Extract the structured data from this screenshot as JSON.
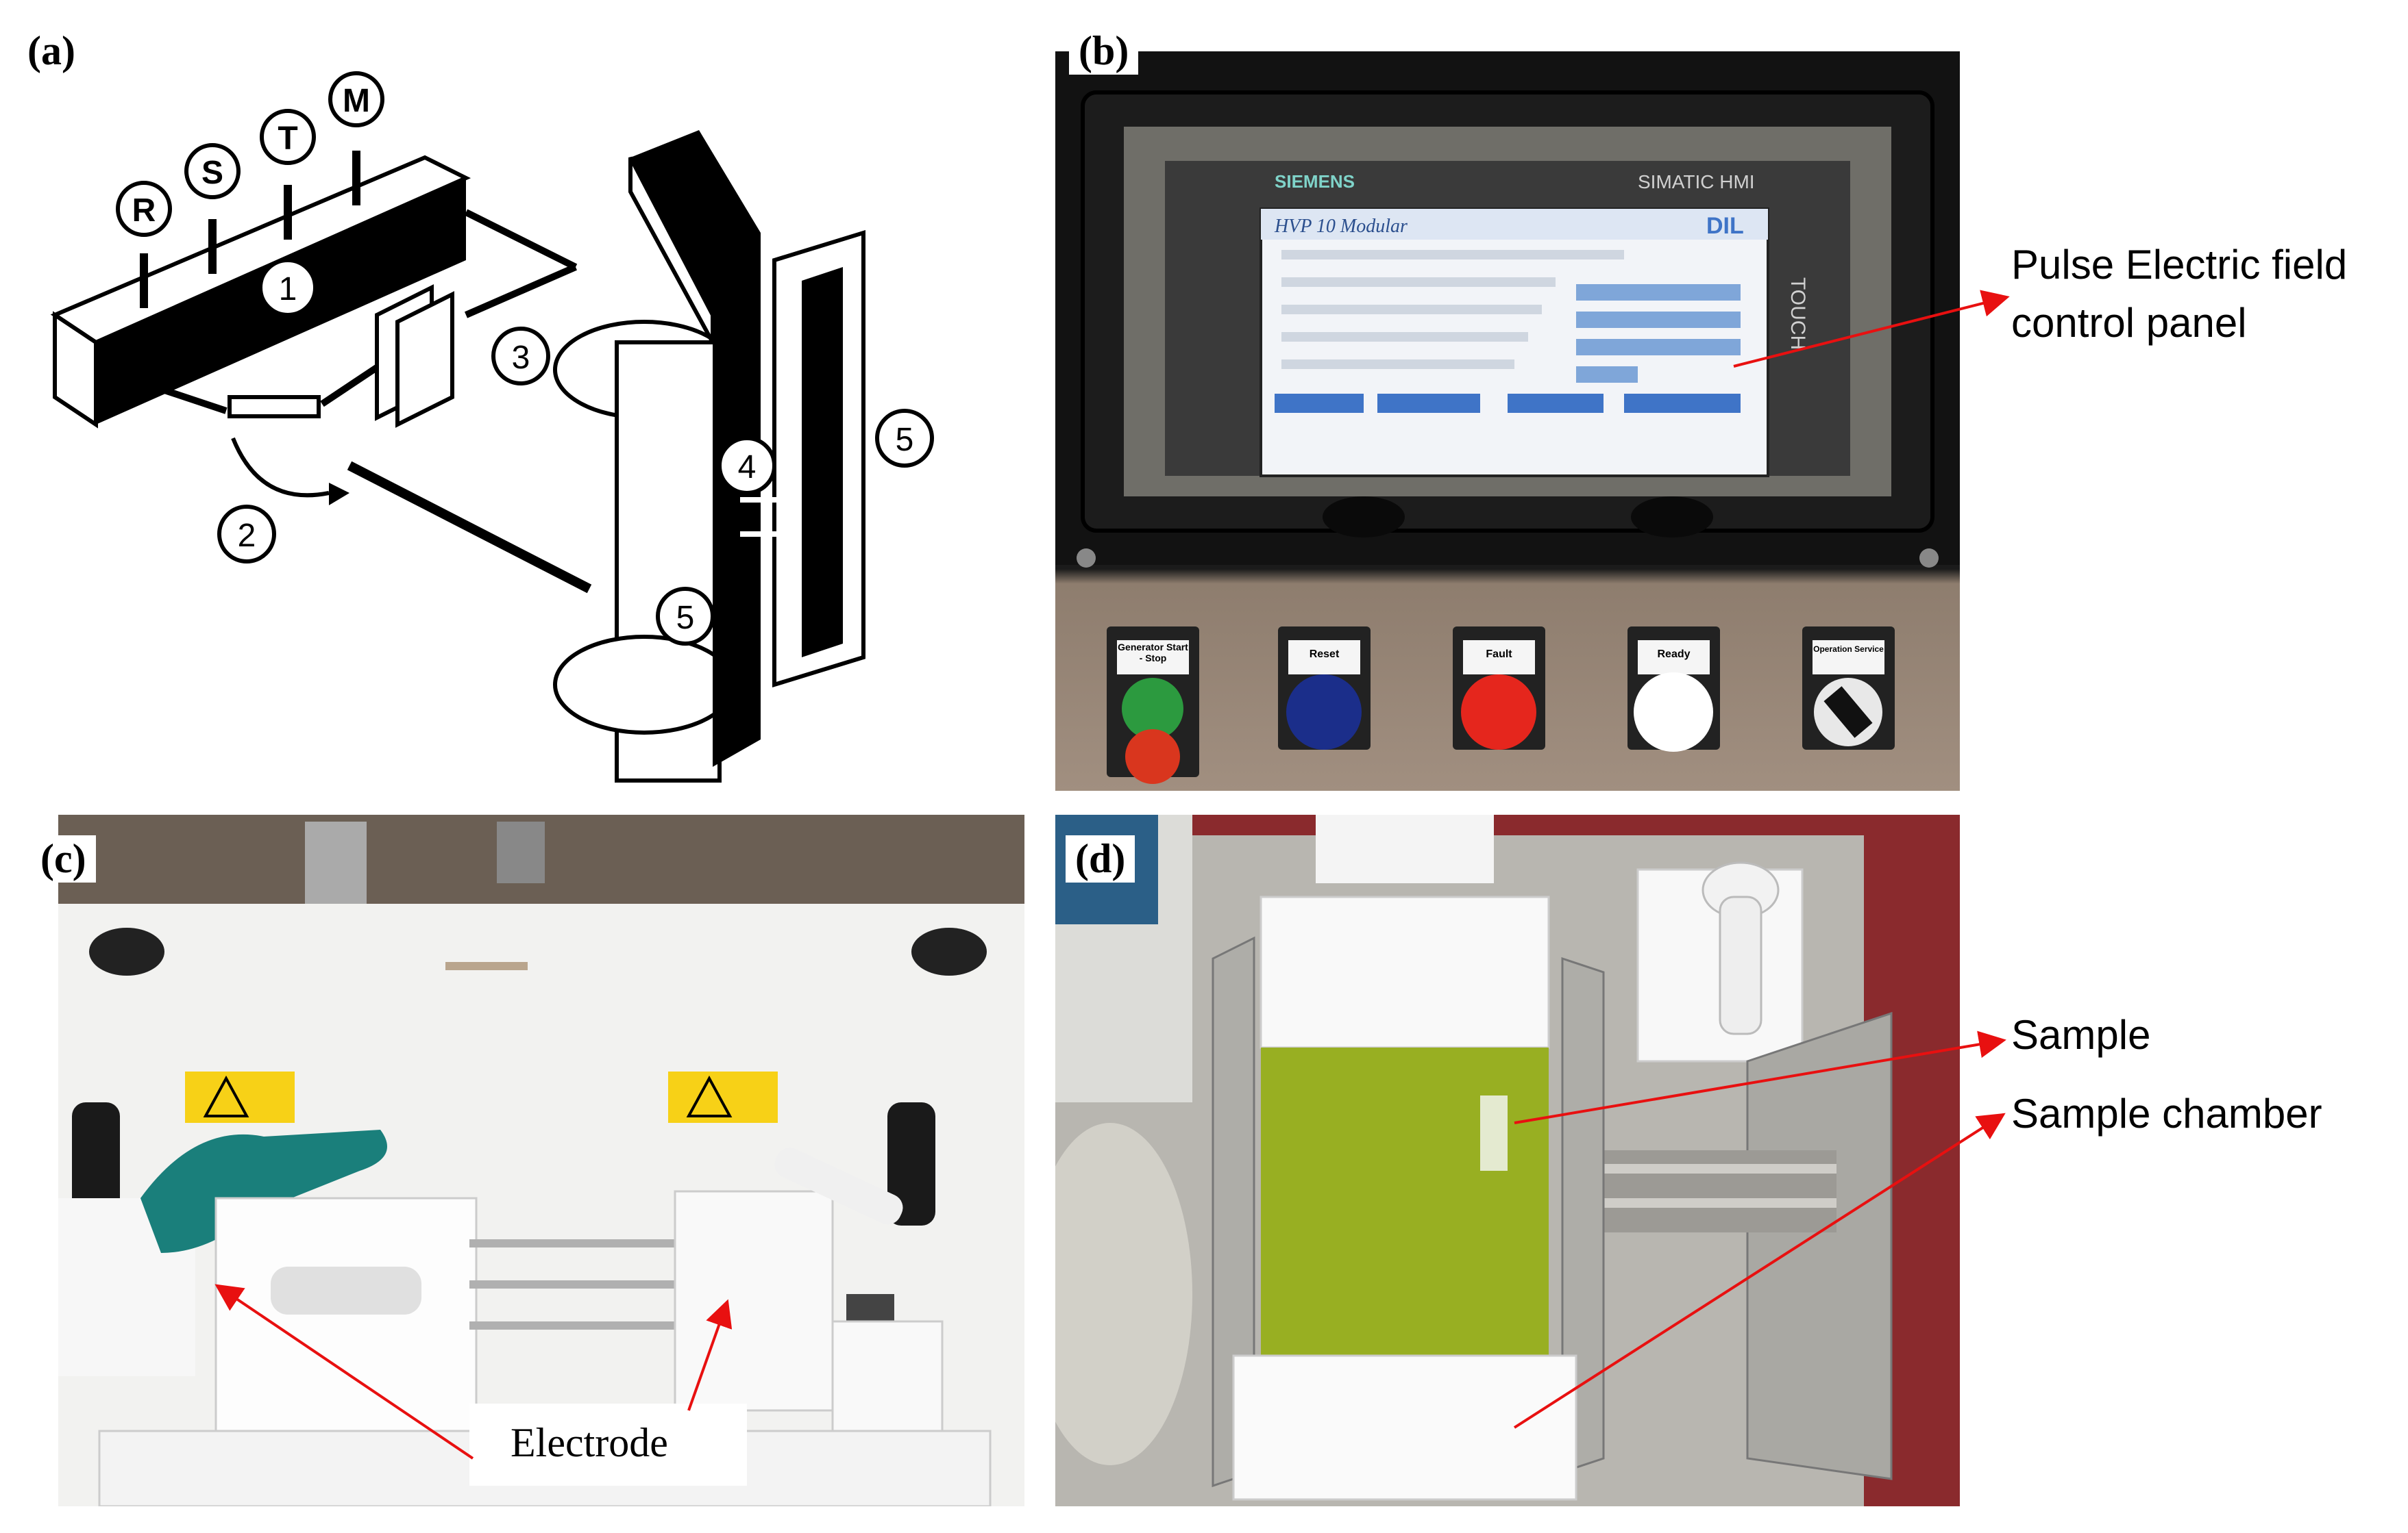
{
  "panels": {
    "a": {
      "label": "(a)",
      "diagram_letters": [
        "R",
        "S",
        "T",
        "M"
      ],
      "diagram_numbers": [
        "1",
        "2",
        "3",
        "4",
        "5",
        "5"
      ]
    },
    "b": {
      "label": "(b)",
      "brand": "SIEMENS",
      "hmi": "SIMATIC HMI",
      "touch": "TOUCH",
      "screen_title": "HVP 10 Modular",
      "screen_logo": "DIL",
      "buttons": [
        "Generator Start - Stop",
        "Reset",
        "Fault",
        "Ready",
        "Operation Service"
      ],
      "callout_line1": "Pulse Electric field",
      "callout_line2": "control panel"
    },
    "c": {
      "label": "(c)",
      "callout": "Electrode"
    },
    "d": {
      "label": "(d)",
      "callout_sample": "Sample",
      "callout_chamber": "Sample chamber"
    }
  },
  "colors": {
    "arrow": "#e81010",
    "frame": "#111111"
  }
}
